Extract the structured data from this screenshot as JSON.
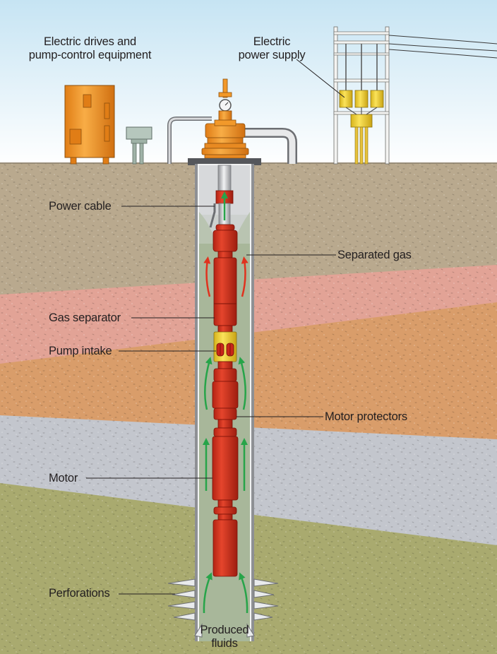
{
  "labels": {
    "drives_line1": "Electric drives and",
    "drives_line2": "pump-control equipment",
    "power_line1": "Electric",
    "power_line2": "power supply",
    "power_cable": "Power cable",
    "separated_gas": "Separated gas",
    "gas_separator": "Gas separator",
    "pump_intake": "Pump intake",
    "motor_protectors": "Motor protectors",
    "motor": "Motor",
    "perforations": "Perforations",
    "produced_line1": "Produced",
    "produced_line2": "fluids"
  },
  "colors": {
    "sky_top": "#c9e6f4",
    "sky_bottom": "#ffffff",
    "earth_brown": "#b9a98e",
    "earth_pink": "#e2a396",
    "earth_orange": "#d99d6a",
    "earth_gray": "#c3c6cd",
    "earth_green": "#a9aa6f",
    "pump_red": "#d42e1c",
    "intake_yellow": "#f2d22a",
    "well_fluid": "#a8b79a",
    "flow_green": "#27a449",
    "gas_red": "#e0321e",
    "equipment_orange": "#f2992a"
  },
  "icons": [
    "control-cabinet-icon",
    "junction-box-icon",
    "wellhead-icon",
    "pressure-gauge-icon",
    "power-pole-icon",
    "transformer-icon"
  ]
}
